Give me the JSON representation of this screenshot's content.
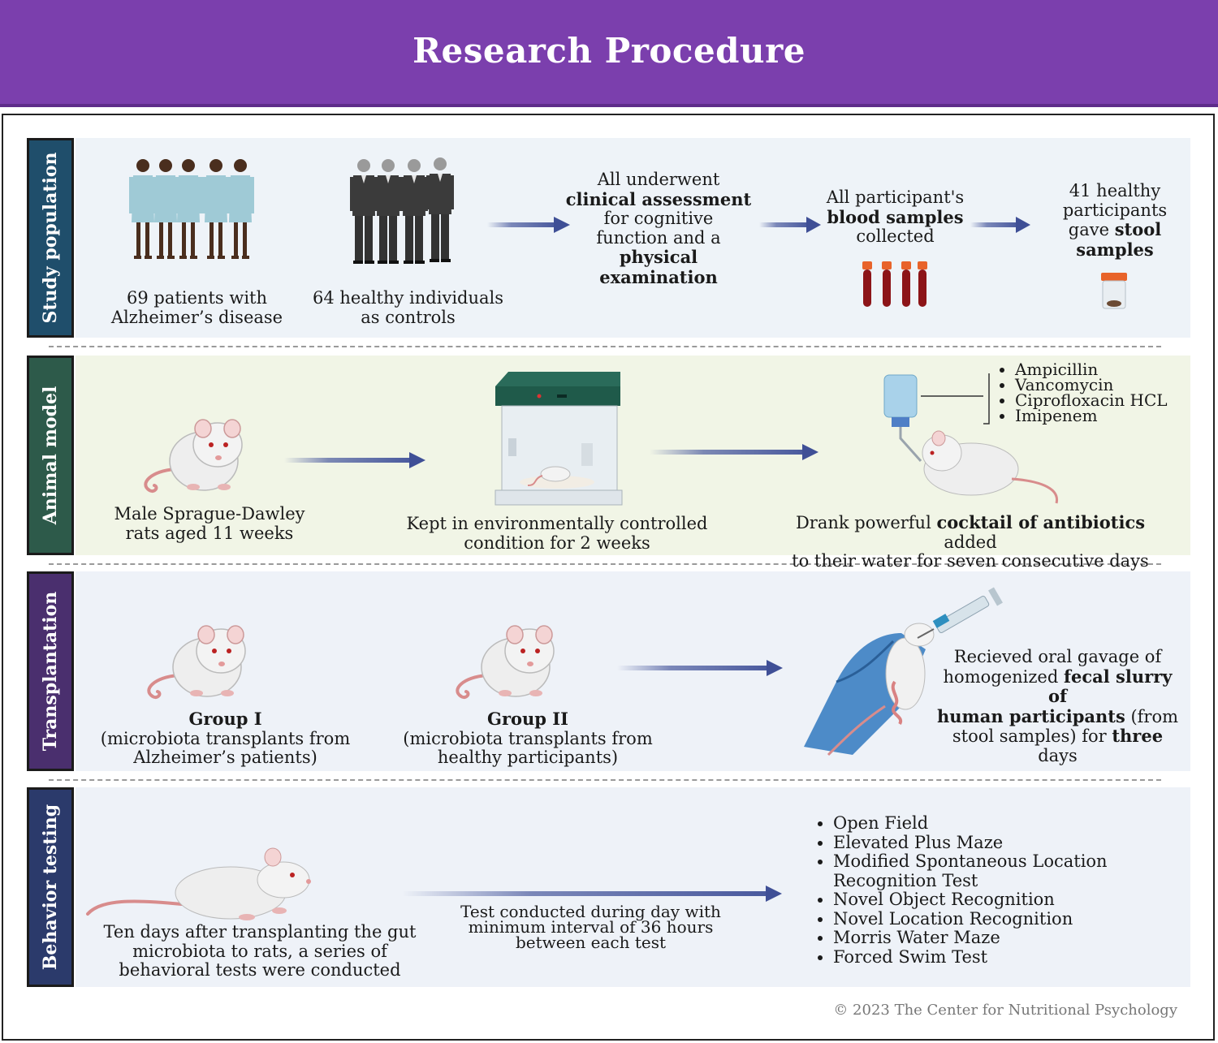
{
  "title": "Research Procedure",
  "sections": [
    {
      "label": "Study population",
      "color": "#1f4e6b"
    },
    {
      "label": "Animal model",
      "color": "#2d5a4a"
    },
    {
      "label": "Transplantation",
      "color": "#4a2f6e"
    },
    {
      "label": "Behavior testing",
      "color": "#2b3a6b"
    }
  ],
  "study": {
    "patients_line1": "69 patients with",
    "patients_line2": "Alzheimer’s disease",
    "controls_line1": "64 healthy individuals",
    "controls_line2": "as controls",
    "clinical": {
      "l1": "All underwent",
      "l2": "clinical assessment",
      "l3": "for cognitive",
      "l4": "function and a",
      "l5": "physical",
      "l6": "examination"
    },
    "blood": {
      "l1": "All participant's",
      "l2": "blood samples",
      "l3": "collected"
    },
    "stool": {
      "l1": "41 healthy",
      "l2": "participants",
      "l3a": "gave ",
      "l3b": "stool",
      "l4": "samples"
    }
  },
  "animal": {
    "rats_l1": "Male Sprague-Dawley",
    "rats_l2": "rats aged 11 weeks",
    "kept_l1": "Kept in environmentally controlled",
    "kept_l2": "condition for 2 weeks",
    "antibiotics": [
      "Ampicillin",
      "Vancomycin",
      "Ciprofloxacin HCL",
      "Imipenem"
    ],
    "drank_a": "Drank powerful ",
    "drank_b": "cocktail of antibiotics",
    "drank_c": " added",
    "drank_l2": "to their water for seven consecutive days"
  },
  "transplant": {
    "g1_title": "Group I",
    "g1_l1": "(microbiota transplants from",
    "g1_l2": "Alzheimer’s patients)",
    "g2_title": "Group II",
    "g2_l1": "(microbiota transplants from",
    "g2_l2": "healthy participants)",
    "gav_l1": "Recieved oral gavage of",
    "gav_l2a": "homogenized ",
    "gav_l2b": "fecal slurry of",
    "gav_l3a": "human participants",
    "gav_l3b": " (from",
    "gav_l4a": "stool samples) for ",
    "gav_l4b": "three",
    "gav_l5": "days"
  },
  "behavior": {
    "ten_l1": "Ten days after transplanting the gut",
    "ten_l2": "microbiota to rats, a series of",
    "ten_l3": "behavioral tests were conducted",
    "test_l1": "Test conducted during day with",
    "test_l2": "minimum interval of 36 hours",
    "test_l3": "between each test",
    "tests": [
      "Open Field",
      "Elevated Plus Maze",
      "Modified Spontaneous Location Recognition Test",
      "Novel Object Recognition",
      "Novel Location Recognition",
      "Morris Water Maze",
      "Forced Swim Test"
    ]
  },
  "footer": "© 2023 The Center for Nutritional Psychology"
}
